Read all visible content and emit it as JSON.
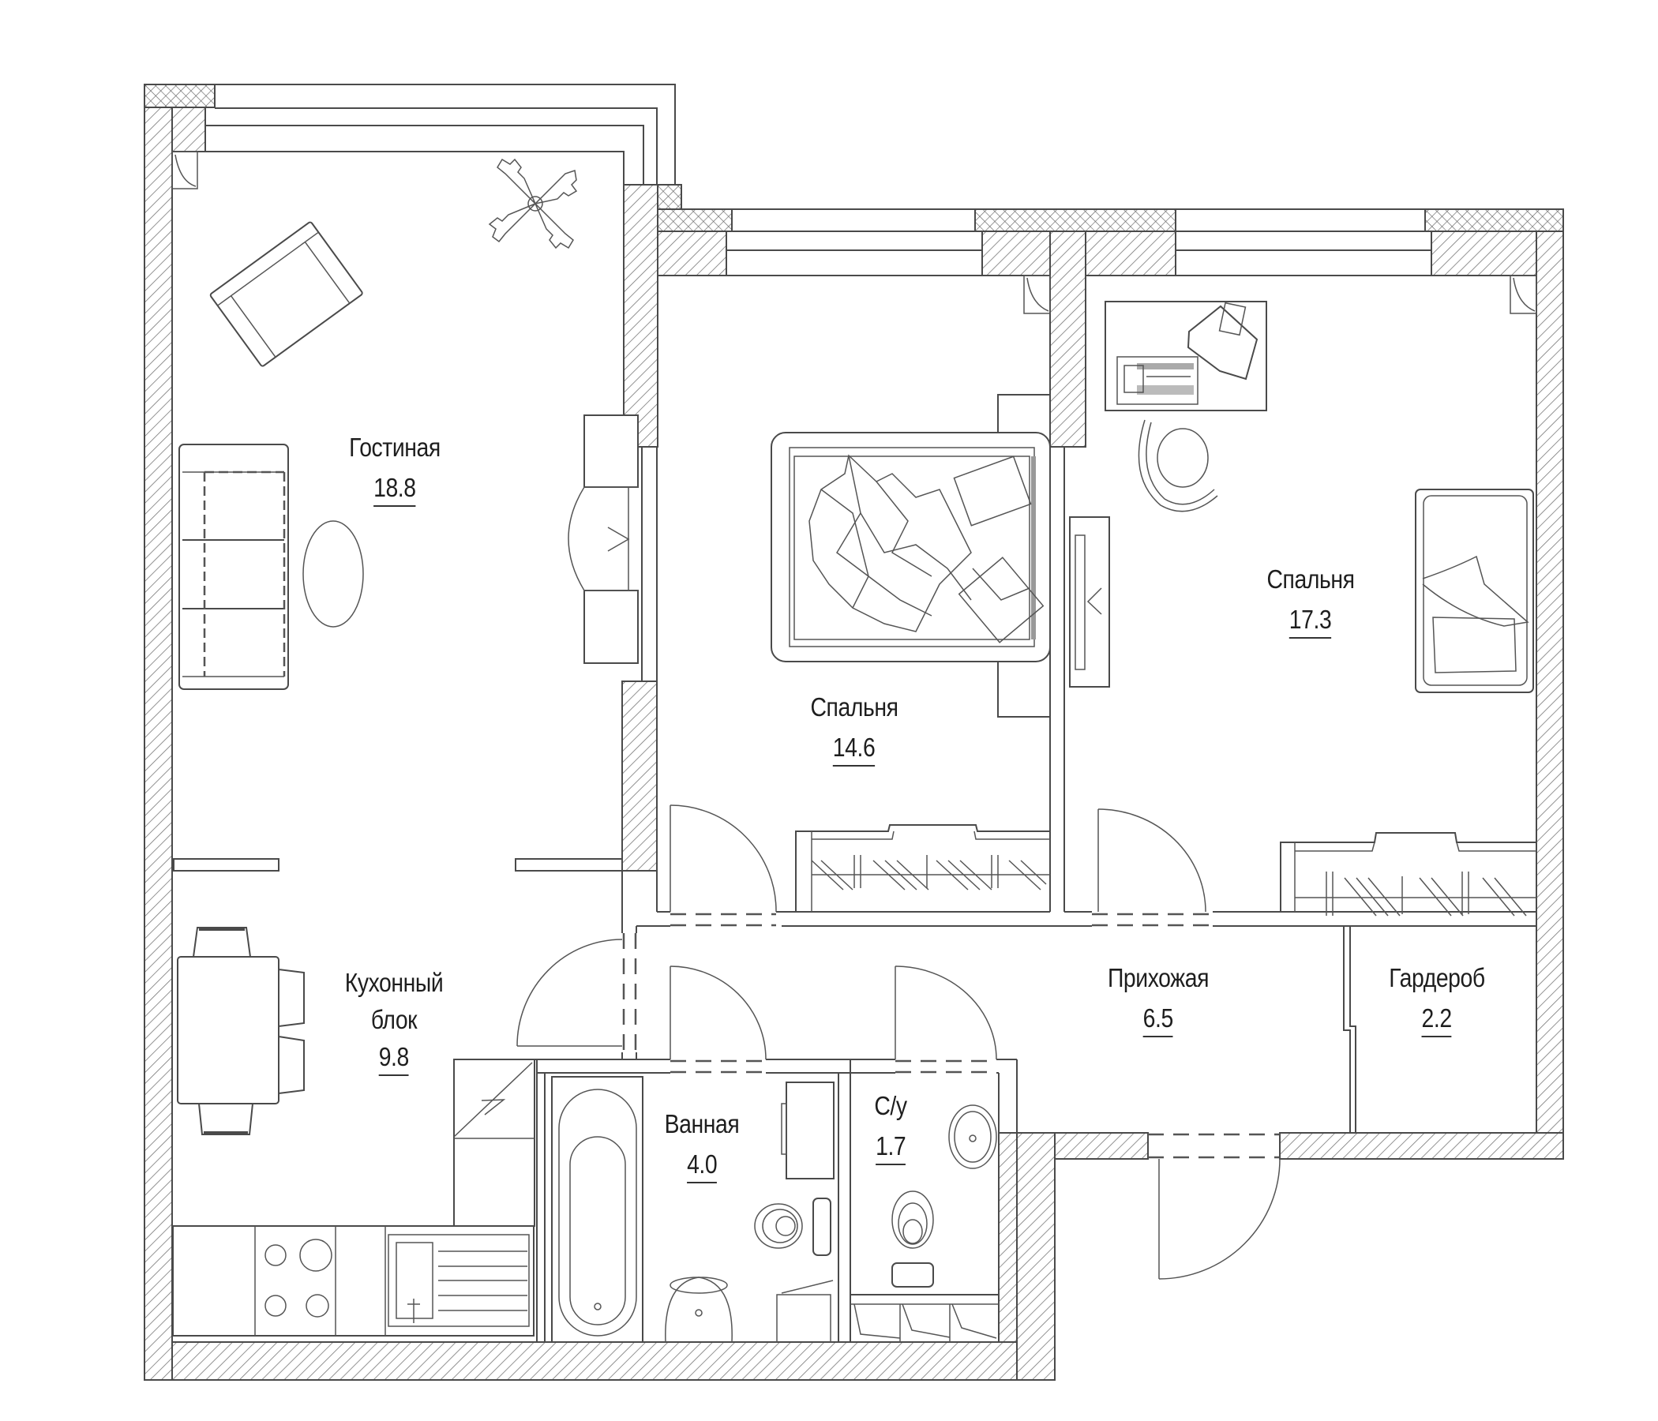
{
  "plan": {
    "type": "apartment-floor-plan",
    "units": "m²",
    "rooms": [
      {
        "id": "living",
        "name": "Гостиная",
        "area": "18.8"
      },
      {
        "id": "bedroom1",
        "name": "Спальня",
        "area": "14.6"
      },
      {
        "id": "bedroom2",
        "name": "Спальня",
        "area": "17.3"
      },
      {
        "id": "kitchen",
        "name_line1": "Кухонный",
        "name_line2": "блок",
        "area": "9.8"
      },
      {
        "id": "bathroom",
        "name": "Ванная",
        "area": "4.0"
      },
      {
        "id": "wc",
        "name": "С/у",
        "area": "1.7"
      },
      {
        "id": "hallway",
        "name": "Прихожая",
        "area": "6.5"
      },
      {
        "id": "wardrobe",
        "name": "Гардероб",
        "area": "2.2"
      }
    ],
    "colors": {
      "line": "#4a4a4a",
      "text": "#1e1e1e",
      "background": "#ffffff"
    }
  }
}
